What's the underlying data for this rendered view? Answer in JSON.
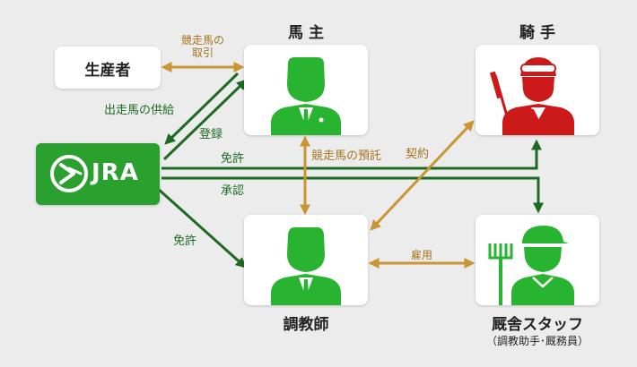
{
  "nodes": {
    "breeder": "生産者",
    "owner": "馬 主",
    "jockey": "騎 手",
    "trainer": "調教師",
    "staff": "厩舎スタッフ",
    "staff_sub": "（調教助手･厩務員）",
    "jra_logo_text": "JRA"
  },
  "edges": {
    "trade": "競走馬の\n取引",
    "supply": "出走馬の供給",
    "register": "登録",
    "license_jockey": "免許",
    "approve": "承認",
    "license_trainer": "免許",
    "entrust": "競走馬の預託",
    "contract": "契約",
    "employ": "雇用"
  },
  "colors": {
    "green_arrow": "#1d6a22",
    "gold_arrow": "#c99535",
    "jra_green": "#2aa02f",
    "person_green": "#28b431",
    "jockey_red": "#cc1a1a"
  },
  "icons": {
    "owner": "businessman-icon",
    "jockey": "jockey-icon",
    "trainer": "trainer-icon",
    "staff": "stable-staff-icon",
    "jra": "jra-logo-icon"
  }
}
